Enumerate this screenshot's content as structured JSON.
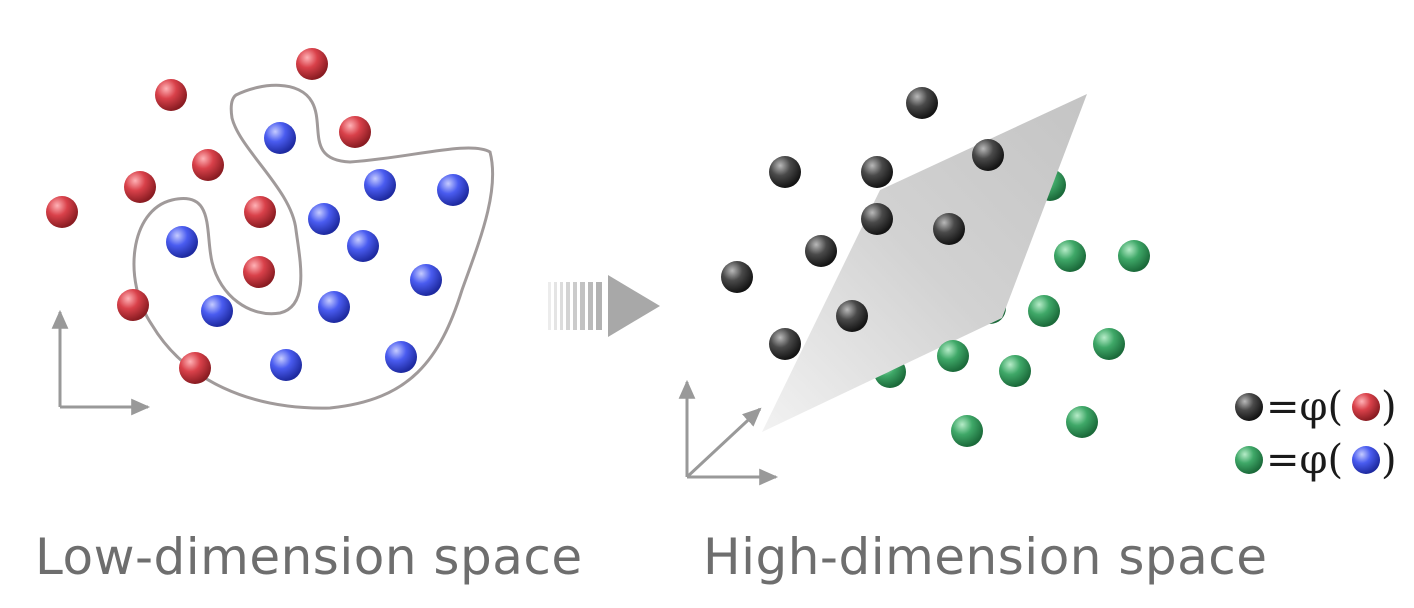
{
  "captions": {
    "low": "Low-dimension space",
    "high": "High-dimension space"
  },
  "legend": {
    "row1": {
      "symbol": "=φ(",
      "close": ")",
      "mapped_color": "dark-gray",
      "source_color": "red"
    },
    "row2": {
      "symbol": "=φ(",
      "close": ")",
      "mapped_color": "green",
      "source_color": "blue"
    }
  },
  "colors": {
    "red": "#d9414a",
    "blue": "#4a5cf0",
    "dark-gray": "#4a4a4a",
    "green": "#3fa868",
    "boundary": "#a09a9a",
    "axis": "#999999",
    "plane": "#cfcfcf",
    "caption": "#6e6e6e"
  },
  "icons": [
    "mapping-arrow-icon",
    "axes-2d-icon",
    "axes-3d-icon",
    "decision-boundary",
    "separating-plane"
  ]
}
